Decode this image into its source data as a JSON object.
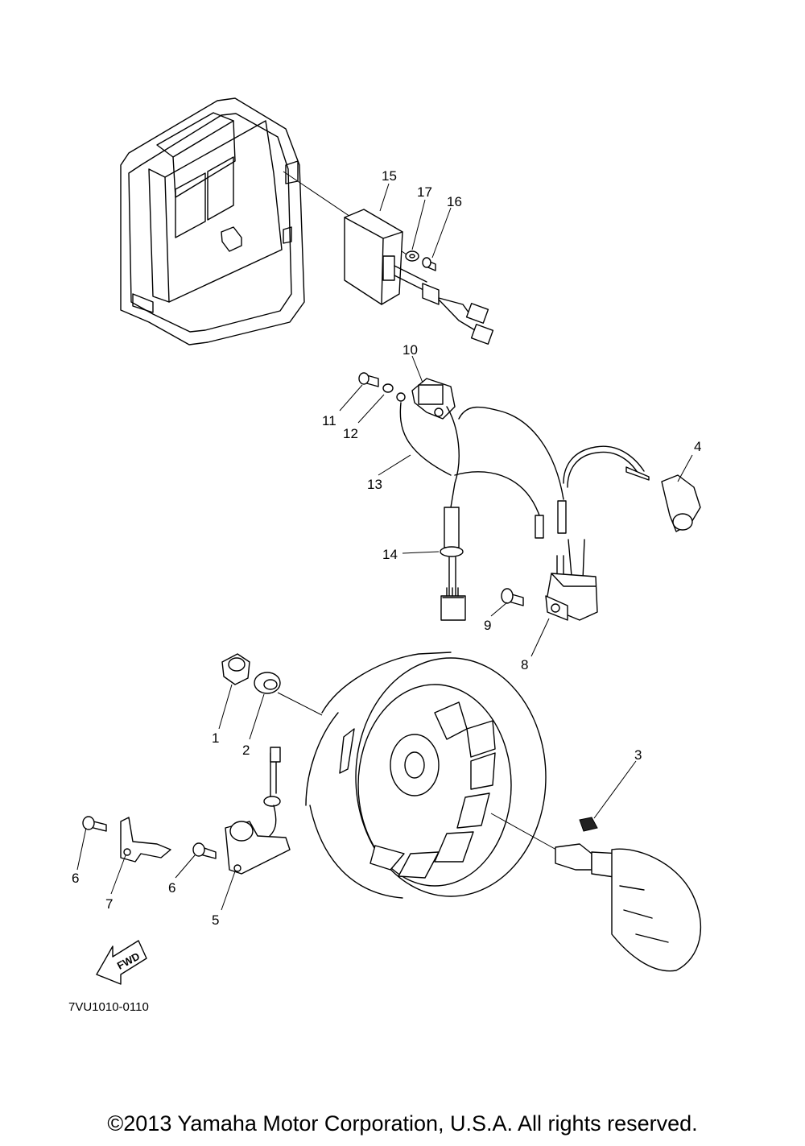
{
  "diagram": {
    "callouts": [
      "1",
      "2",
      "3",
      "4",
      "5",
      "6",
      "6",
      "7",
      "8",
      "9",
      "10",
      "11",
      "12",
      "13",
      "14",
      "15",
      "16",
      "17"
    ],
    "drawing_code": "7VU1010-0110",
    "fwd_label": "FWD"
  },
  "footer": {
    "copyright": "©2013 Yamaha Motor Corporation, U.S.A. All rights reserved."
  }
}
